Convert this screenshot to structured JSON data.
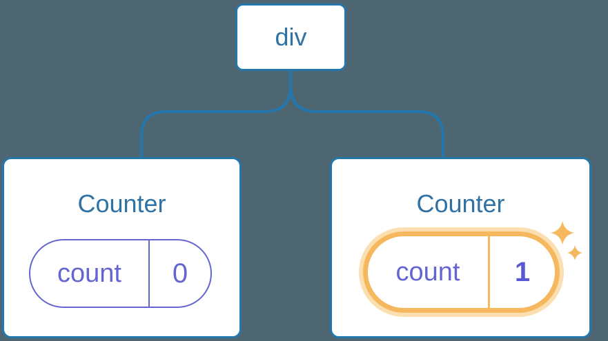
{
  "diagram": {
    "root_node": {
      "label": "div"
    },
    "counters": [
      {
        "title": "Counter",
        "state_key": "count",
        "state_value": "0",
        "highlighted": false
      },
      {
        "title": "Counter",
        "state_key": "count",
        "state_value": "1",
        "highlighted": true
      }
    ]
  },
  "colors": {
    "background": "#4d6672",
    "stroke_blue": "#2477ac",
    "text_blue": "#2f72a3",
    "state_purple": "#6565d2",
    "state_value_purple": "#5a58d6",
    "highlight_orange": "#f6b85e",
    "highlight_glow": "#fbdfb0",
    "node_fill": "#ffffff"
  },
  "icons": {
    "sparkle_large": "sparkle-icon",
    "sparkle_small": "sparkle-icon"
  }
}
